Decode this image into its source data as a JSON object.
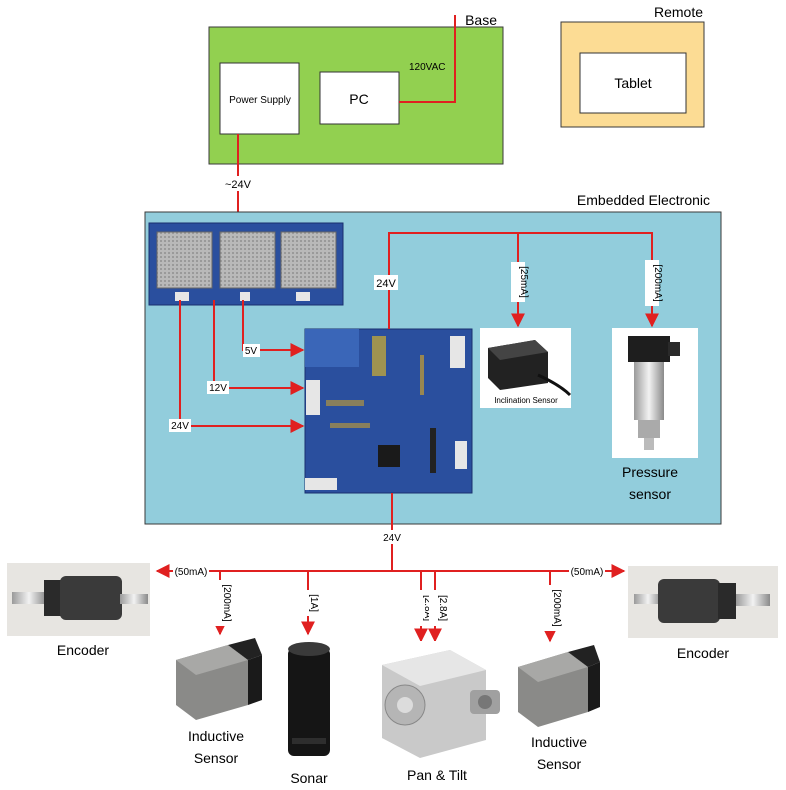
{
  "groups": {
    "base": "Base",
    "remote": "Remote",
    "embedded": "Embedded Electronic"
  },
  "blocks": {
    "power_supply": "Power Supply",
    "pc": "PC",
    "tablet": "Tablet"
  },
  "wires": {
    "ac": "120VAC",
    "dc_in": "~24V",
    "board_24v": "24V",
    "v5": "5V",
    "v12": "12V",
    "v24_lower": "24V",
    "bus_24v": "24V"
  },
  "currents": {
    "inclination": "[25mA]",
    "pressure": "[200mA]",
    "encoder_left": "(50mA)",
    "encoder_right": "(50mA)",
    "inductive_left": "[200mA]",
    "sonar": "[1A]",
    "pan_tilt_a": "[2.8A]",
    "pan_tilt_b": "[2.8A]",
    "inductive_right": "[200mA]"
  },
  "devices": {
    "inclination_sensor": "Inclination Sensor",
    "pressure_line1": "Pressure",
    "pressure_line2": "sensor",
    "encoder_left": "Encoder",
    "encoder_right": "Encoder",
    "inductive_left_line1": "Inductive",
    "inductive_left_line2": "Sensor",
    "sonar": "Sonar",
    "pan_tilt": "Pan & Tilt",
    "inductive_right_line1": "Inductive",
    "inductive_right_line2": "Sensor"
  },
  "colors": {
    "base_fill": "#92d050",
    "remote_fill": "#fcdc94",
    "embedded_fill": "#92cddc",
    "wire": "#e02020",
    "pcb": "#2a4f9e"
  }
}
